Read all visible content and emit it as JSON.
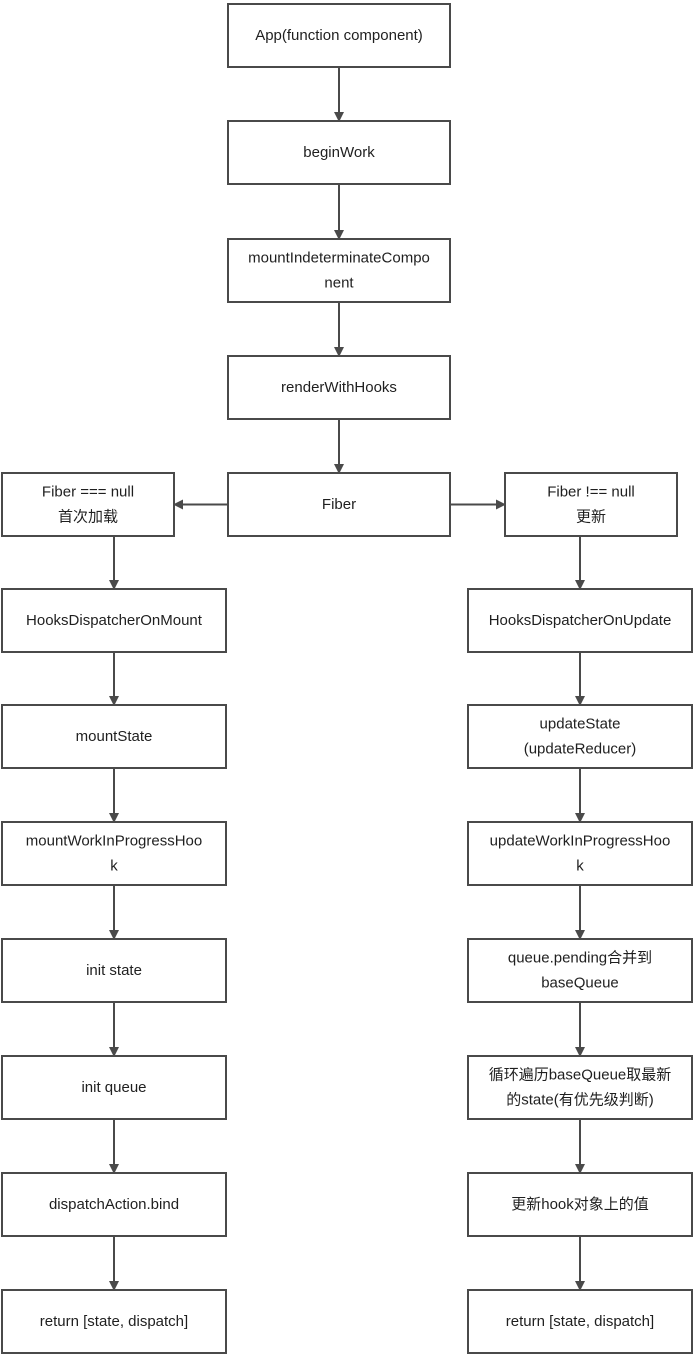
{
  "nodes": {
    "app": [
      "App(function component)"
    ],
    "begin_work": [
      "beginWork"
    ],
    "mount_indeterminate": [
      "mountIndeterminateCompo",
      "nent"
    ],
    "render_with_hooks": [
      "renderWithHooks"
    ],
    "fiber": [
      "Fiber"
    ],
    "fiber_null": [
      "Fiber === null",
      "首次加载"
    ],
    "fiber_not_null": [
      "Fiber !== null",
      "更新"
    ],
    "hooks_dispatcher_mount": [
      "HooksDispatcherOnMount"
    ],
    "mount_state": [
      "mountState"
    ],
    "mount_wip_hook": [
      "mountWorkInProgressHoo",
      "k"
    ],
    "init_state": [
      "init state"
    ],
    "init_queue": [
      "init queue"
    ],
    "dispatch_action_bind": [
      "dispatchAction.bind"
    ],
    "return_mount": [
      "return [state, dispatch]"
    ],
    "hooks_dispatcher_update": [
      "HooksDispatcherOnUpdate"
    ],
    "update_state": [
      "updateState",
      "(updateReducer)"
    ],
    "update_wip_hook": [
      "updateWorkInProgressHoo",
      "k"
    ],
    "queue_pending_merge": [
      "queue.pending合并到",
      "baseQueue"
    ],
    "loop_base_queue": [
      "循环遍历baseQueue取最新",
      "的state(有优先级判断)"
    ],
    "update_hook_value": [
      "更新hook对象上的值"
    ],
    "return_update": [
      "return [state, dispatch]"
    ]
  },
  "edges": [
    [
      "app",
      "begin_work"
    ],
    [
      "begin_work",
      "mount_indeterminate"
    ],
    [
      "mount_indeterminate",
      "render_with_hooks"
    ],
    [
      "render_with_hooks",
      "fiber"
    ],
    [
      "fiber",
      "fiber_null"
    ],
    [
      "fiber",
      "fiber_not_null"
    ],
    [
      "fiber_null",
      "hooks_dispatcher_mount"
    ],
    [
      "hooks_dispatcher_mount",
      "mount_state"
    ],
    [
      "mount_state",
      "mount_wip_hook"
    ],
    [
      "mount_wip_hook",
      "init_state"
    ],
    [
      "init_state",
      "init_queue"
    ],
    [
      "init_queue",
      "dispatch_action_bind"
    ],
    [
      "dispatch_action_bind",
      "return_mount"
    ],
    [
      "fiber_not_null",
      "hooks_dispatcher_update"
    ],
    [
      "hooks_dispatcher_update",
      "update_state"
    ],
    [
      "update_state",
      "update_wip_hook"
    ],
    [
      "update_wip_hook",
      "queue_pending_merge"
    ],
    [
      "queue_pending_merge",
      "loop_base_queue"
    ],
    [
      "loop_base_queue",
      "update_hook_value"
    ],
    [
      "update_hook_value",
      "return_update"
    ]
  ]
}
